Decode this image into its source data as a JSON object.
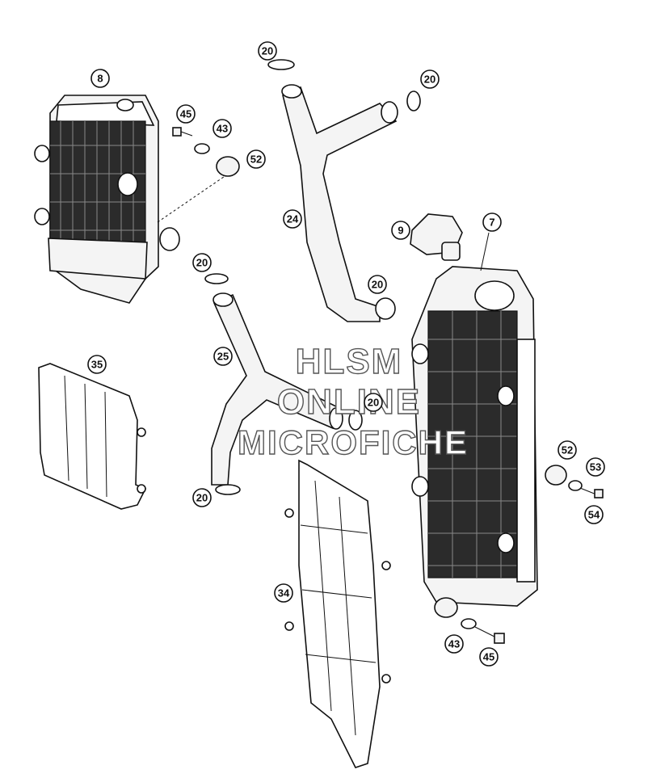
{
  "callouts": [
    {
      "id": "c8",
      "label": "8"
    },
    {
      "id": "c45a",
      "label": "45"
    },
    {
      "id": "c43a",
      "label": "43"
    },
    {
      "id": "c52a",
      "label": "52"
    },
    {
      "id": "c20a",
      "label": "20"
    },
    {
      "id": "c20b",
      "label": "20"
    },
    {
      "id": "c24",
      "label": "24"
    },
    {
      "id": "c9",
      "label": "9"
    },
    {
      "id": "c7",
      "label": "7"
    },
    {
      "id": "c20c",
      "label": "20"
    },
    {
      "id": "c20d",
      "label": "20"
    },
    {
      "id": "c35",
      "label": "35"
    },
    {
      "id": "c25",
      "label": "25"
    },
    {
      "id": "c20e",
      "label": "20"
    },
    {
      "id": "c20f",
      "label": "20"
    },
    {
      "id": "c52b",
      "label": "52"
    },
    {
      "id": "c53",
      "label": "53"
    },
    {
      "id": "c54",
      "label": "54"
    },
    {
      "id": "c34",
      "label": "34"
    },
    {
      "id": "c43b",
      "label": "43"
    },
    {
      "id": "c45b",
      "label": "45"
    }
  ],
  "watermark": {
    "line1": "HLSM",
    "line2": "ONLINE",
    "line3": "MICROFICHE"
  }
}
